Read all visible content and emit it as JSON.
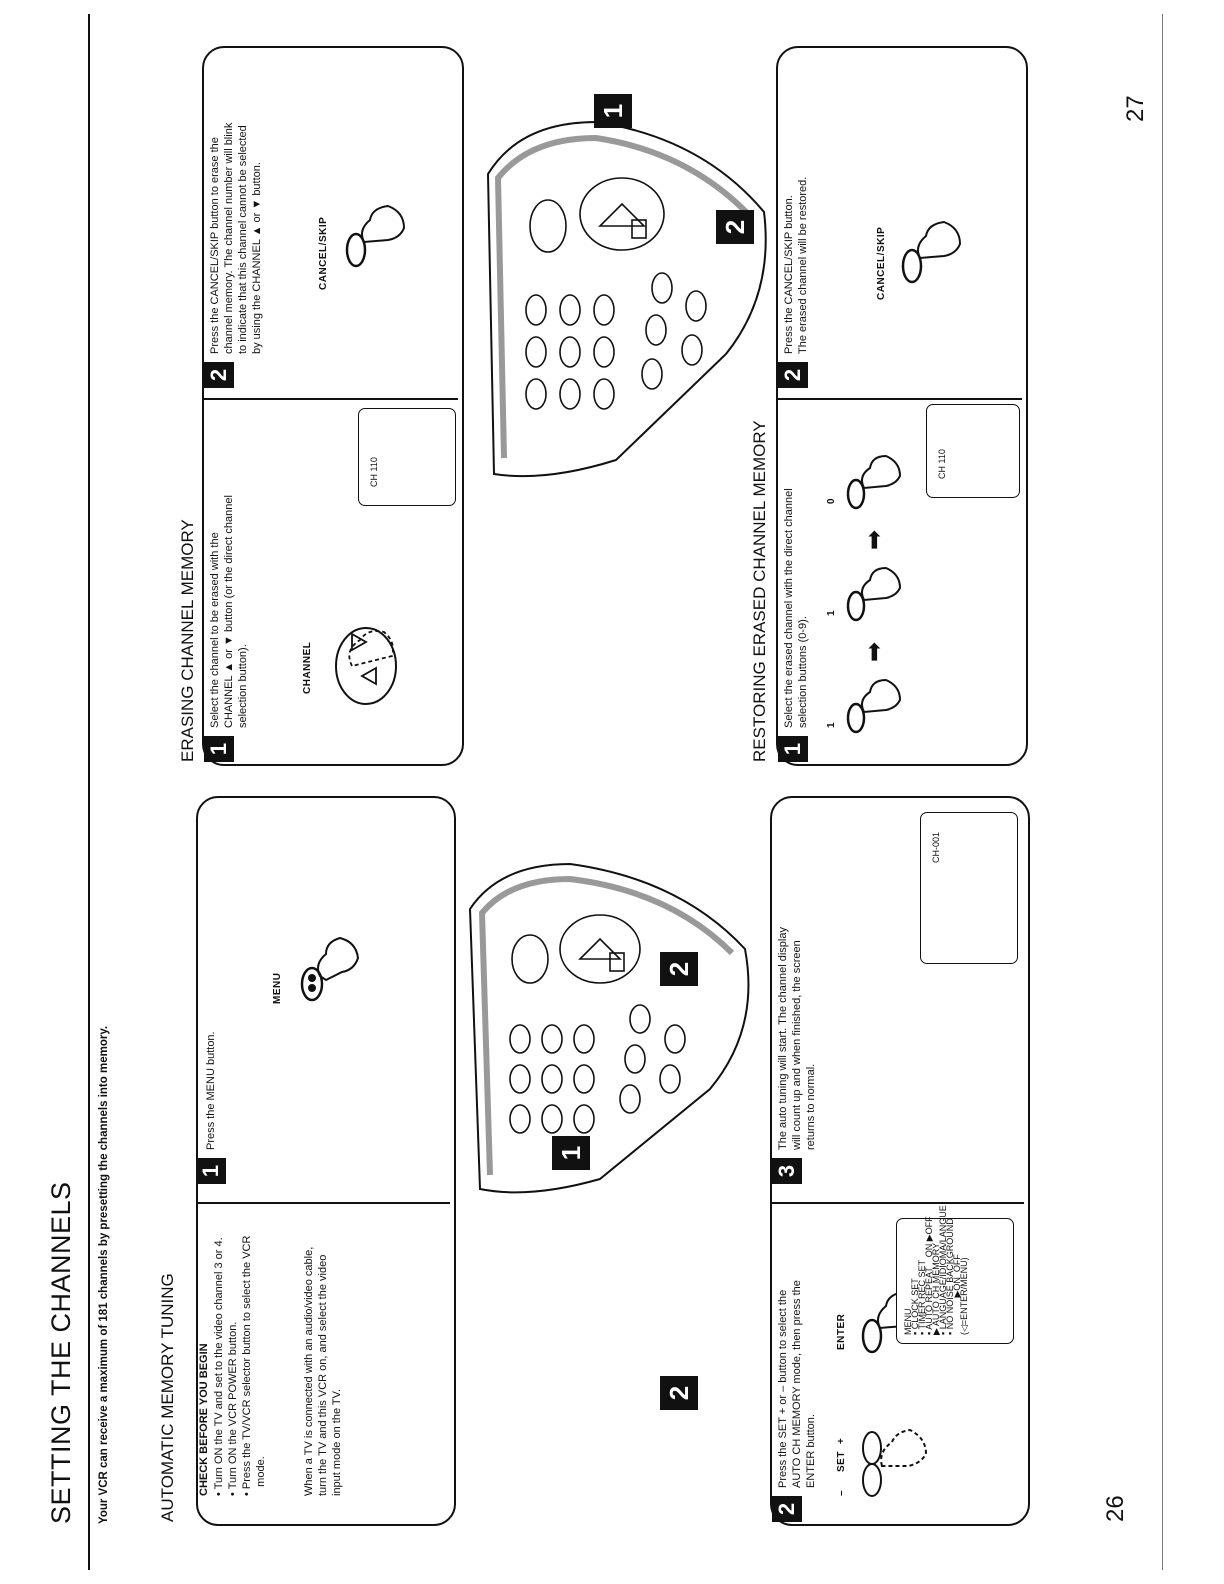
{
  "page": {
    "title": "SETTING THE CHANNELS",
    "intro": "Your VCR can receive a maximum of 181 channels by presetting the channels into memory.",
    "page_left": "26",
    "page_right": "27"
  },
  "auto": {
    "heading": "AUTOMATIC MEMORY TUNING",
    "check_title": "CHECK BEFORE YOU BEGIN",
    "check_items": [
      "• Turn ON the TV and set to the video channel 3 or 4.",
      "• Turn ON the VCR POWER button.",
      "• Press the TV/VCR selector button to select the VCR",
      "   mode."
    ],
    "av_note": [
      "When a TV is connected with an audio/video cable,",
      "turn the TV and this VCR on, and select the video",
      "input mode on the TV."
    ],
    "step1_num": "1",
    "step1_text": "Press the MENU button.",
    "step1_label": "MENU",
    "step2_num": "2",
    "step2_text": [
      "Press the SET + or – button to select the",
      "AUTO CH MEMORY mode, then press  the",
      "ENTER button."
    ],
    "step2_set": "SET",
    "step2_minus": "–",
    "step2_plus": "+",
    "step2_enter": "ENTER",
    "menu_screen": "MENU\n▪ CLOCK SET\n▪ TIMER REC SET\n▪ AUTO REPEAT    ON ▶OFF\n▶ AUTO CH MEMORY\n▪ LANGUAGE/IDIOMA/LANGUE\n▪ NO NOISE BACKGROUND\n               ▶ON  OFF\n(◁=ENTER/MENU)",
    "step3_num": "3",
    "step3_text": [
      "The auto tuning will start. The channel display",
      "will count up and when finished, the screen",
      "returns to normal."
    ],
    "step3_screen": "CH-001",
    "callout1": "1",
    "callout2a": "2",
    "callout2b": "2"
  },
  "erase": {
    "heading": "ERASING CHANNEL MEMORY",
    "step1_num": "1",
    "step1_text": [
      "Select the channel to be erased with the",
      "CHANNEL ▲ or ▼ button (or the direct channel",
      "selection button)."
    ],
    "step1_label": "CHANNEL",
    "step1_screen": "CH 110",
    "step2_num": "2",
    "step2_text": [
      "Press the CANCEL/SKIP button to erase the",
      "channel memory. The channel number will blink",
      "to indicate that this channel cannot be selected",
      "by using the CHANNEL ▲ or ▼ button."
    ],
    "step2_label": "CANCEL/SKIP",
    "callout1": "1",
    "callout2": "2"
  },
  "restore": {
    "heading": "RESTORING ERASED CHANNEL MEMORY",
    "step1_num": "1",
    "step1_text": [
      "Select the erased channel with the direct channel",
      "selection buttons (0-9)."
    ],
    "digits": [
      "1",
      "1",
      "0"
    ],
    "step1_screen": "CH 110",
    "step2_num": "2",
    "step2_text": [
      "Press the CANCEL/SKIP button.",
      "The erased channel will be restored."
    ],
    "step2_label": "CANCEL/SKIP"
  }
}
